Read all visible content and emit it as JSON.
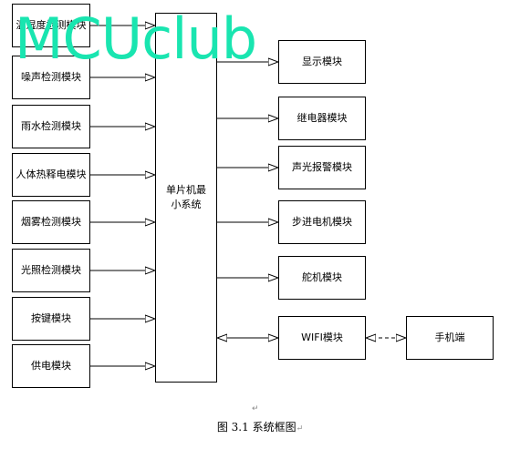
{
  "left_modules": [
    {
      "id": "temp_humidity",
      "label": "温湿度检测模块"
    },
    {
      "id": "noise",
      "label": "噪声检测模块"
    },
    {
      "id": "rain",
      "label": "雨水检测模块"
    },
    {
      "id": "pir",
      "label": "人体热释电模块"
    },
    {
      "id": "smoke",
      "label": "烟雾检测模块"
    },
    {
      "id": "light",
      "label": "光照检测模块"
    },
    {
      "id": "keys",
      "label": "按键模块"
    },
    {
      "id": "power",
      "label": "供电模块"
    }
  ],
  "mcu": {
    "label": "单片机最小系统"
  },
  "right_modules": [
    {
      "id": "display",
      "label": "显示模块"
    },
    {
      "id": "relay",
      "label": "继电器模块"
    },
    {
      "id": "alarm",
      "label": "声光报警模块"
    },
    {
      "id": "stepper",
      "label": "步进电机模块"
    },
    {
      "id": "servo",
      "label": "舵机模块"
    },
    {
      "id": "wifi",
      "label": "WIFI模块"
    }
  ],
  "phone": {
    "label": "手机端"
  },
  "watermark": "MCUclub",
  "caption": "图 3.1 系统框图",
  "pilcrow": "↵"
}
